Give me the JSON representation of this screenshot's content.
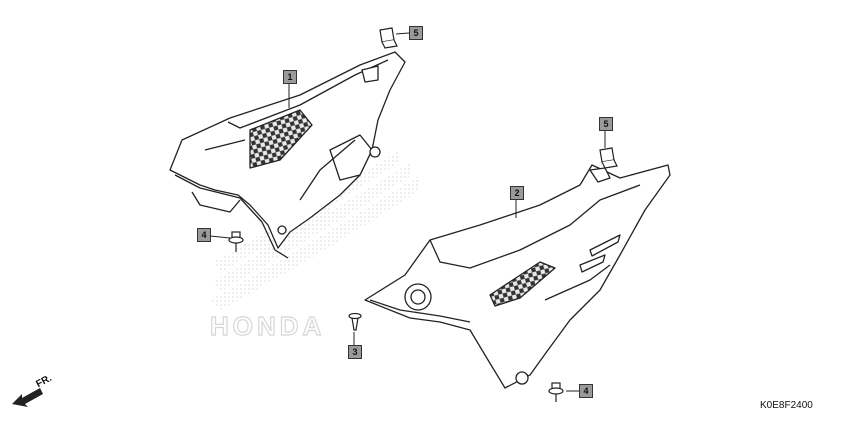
{
  "callouts": [
    {
      "id": "c1",
      "label": "1"
    },
    {
      "id": "c2",
      "label": "2"
    },
    {
      "id": "c3",
      "label": "3"
    },
    {
      "id": "c4a",
      "label": "4"
    },
    {
      "id": "c4b",
      "label": "4"
    },
    {
      "id": "c5a",
      "label": "5"
    },
    {
      "id": "c5b",
      "label": "5"
    }
  ],
  "direction_label": "FR.",
  "diagram_code": "K0E8F2400",
  "watermark_icon": "honda-wing-logo",
  "colors": {
    "line": "#222222",
    "callout_bg": "#9a9a9a",
    "watermark": "#d8d8d8"
  }
}
